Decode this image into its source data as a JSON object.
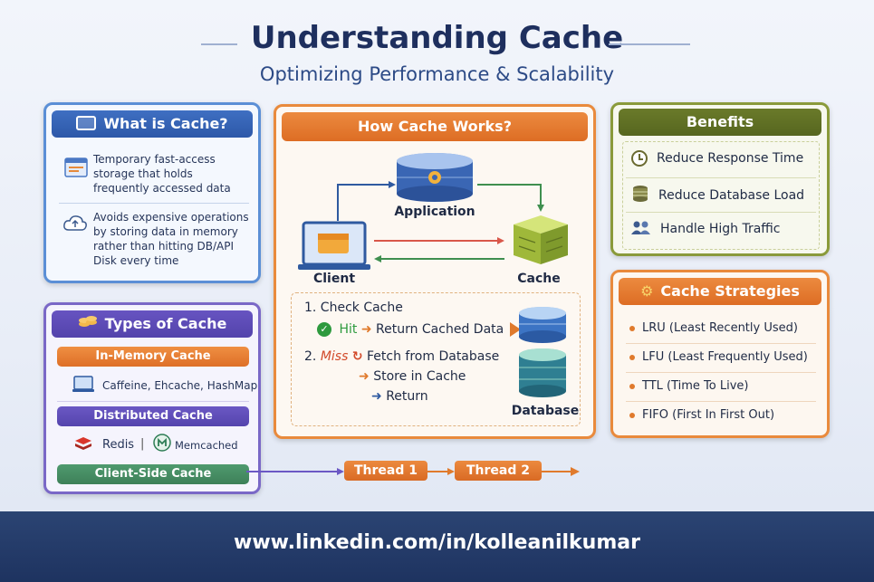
{
  "header": {
    "title": "Understanding Cache",
    "subtitle": "Optimizing Performance & Scalability"
  },
  "what_is_cache": {
    "heading": "What is Cache?",
    "point1": [
      "Temporary fast-access",
      "storage that holds",
      "frequently accessed data"
    ],
    "point2": [
      "Avoids expensive operations",
      "by storing data in memory",
      "rather than hitting DB/API",
      "Disk every time"
    ]
  },
  "types_of_cache": {
    "heading": "Types of Cache",
    "in_memory": {
      "label": "In-Memory Cache",
      "examples": "Caffeine, Ehcache, HashMap"
    },
    "distributed": {
      "label": "Distributed Cache",
      "example1": "Redis",
      "separator": "|",
      "example2": "Memcached"
    },
    "client_side": {
      "label": "Client-Side Cache"
    }
  },
  "how_cache_works": {
    "heading": "How Cache Works?",
    "nodes": {
      "application": "Application",
      "client": "Client",
      "cache": "Cache",
      "database": "Database"
    },
    "steps": {
      "step1": "1. Check Cache",
      "hit_word": "Hit",
      "hit_action": "Return Cached Data",
      "step2_number": "2.",
      "miss_word": "Miss",
      "miss_action": "Fetch from Database",
      "store": "Store in Cache",
      "return": "Return"
    }
  },
  "benefits": {
    "heading": "Benefits",
    "items": [
      "Reduce Response Time",
      "Reduce Database Load",
      "Handle High Traffic"
    ]
  },
  "strategies": {
    "heading": "Cache Strategies",
    "items": [
      "LRU (Least Recently Used)",
      "LFU (Least Frequently Used)",
      "TTL (Time To Live)",
      "FIFO (First In First Out)"
    ]
  },
  "threads": {
    "thread1": "Thread 1",
    "thread2": "Thread 2"
  },
  "footer": {
    "url": "www.linkedin.com/in/kolleanilkumar"
  },
  "colors": {
    "navy": "#1e2f5e",
    "blue_accent": "#2d58a8",
    "purple_accent": "#5343ab",
    "orange_accent": "#dd6d24",
    "olive_accent": "#56661f",
    "hit_green": "#2e9a3e",
    "miss_red": "#d24a2a"
  }
}
